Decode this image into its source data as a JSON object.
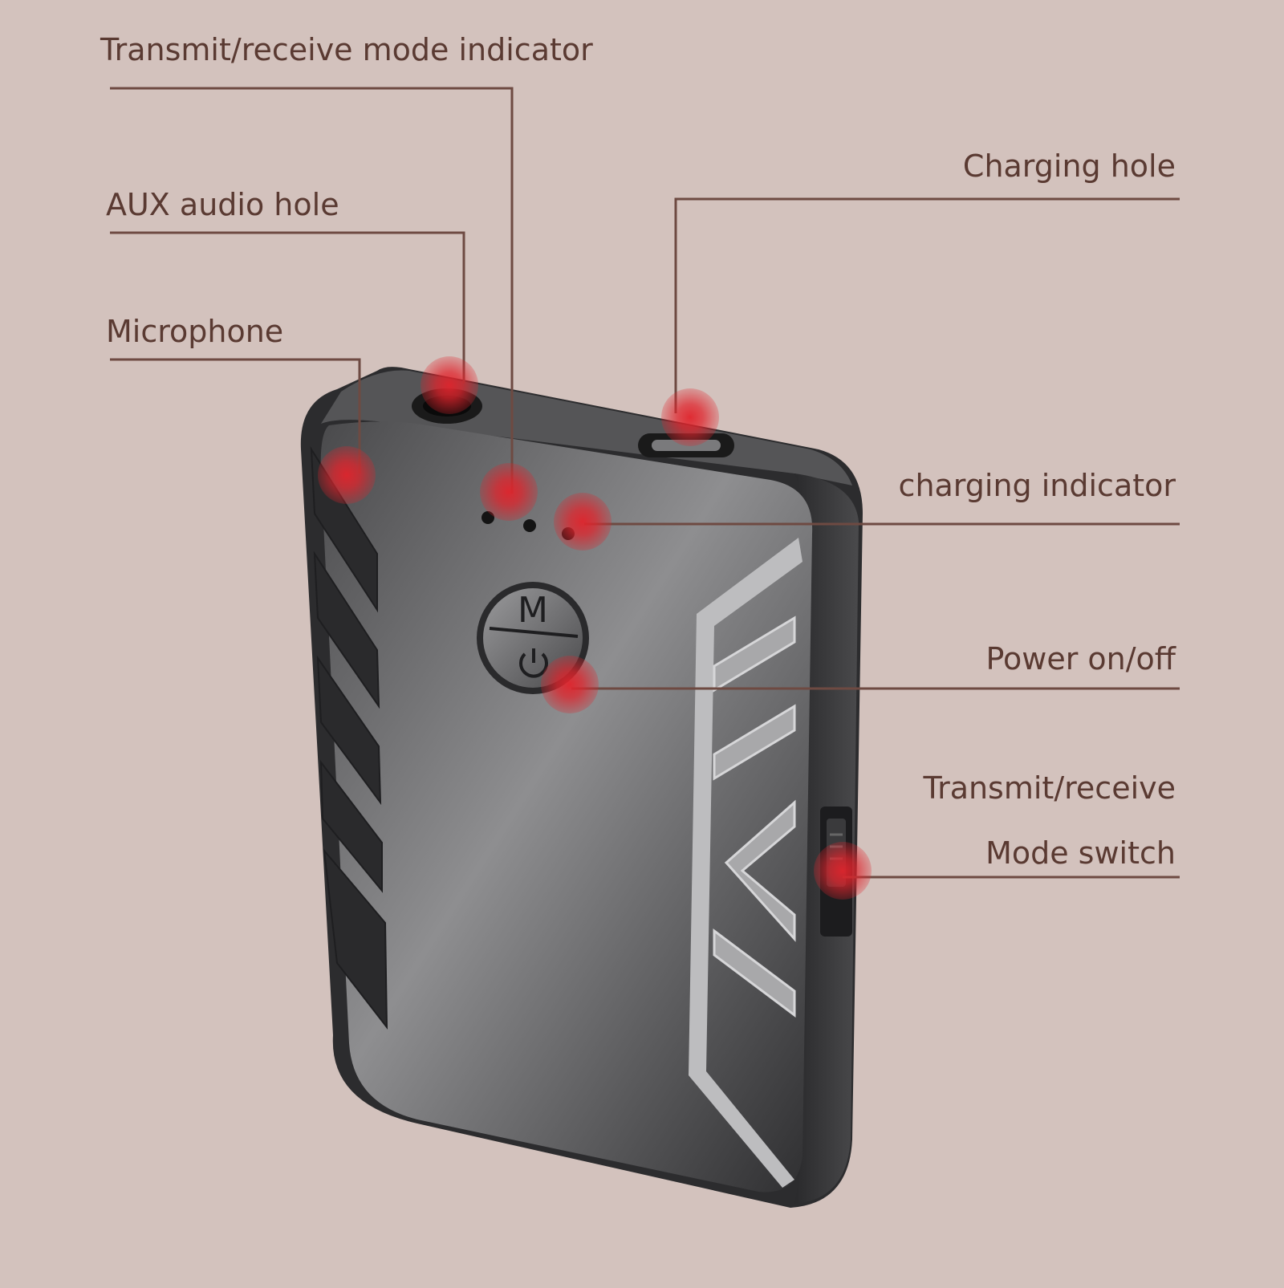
{
  "labels": {
    "transmit_receive_mode_indicator": "Transmit/receive mode indicator",
    "aux_audio_hole": "AUX audio hole",
    "microphone": "Microphone",
    "charging_hole": "Charging hole",
    "charging_indicator": "charging indicator",
    "power_on_off": "Power on/off",
    "transmit_receive": "Transmit/receive",
    "mode_switch": "Mode switch"
  },
  "button_glyph": "M",
  "colors": {
    "background": "#d3c2bd",
    "label_text": "#5a3a32",
    "leader_line": "#6e4a42",
    "hotspot": "#e0242c",
    "device_body": "#3a3a3c",
    "device_trim": "#b8b8ba"
  }
}
